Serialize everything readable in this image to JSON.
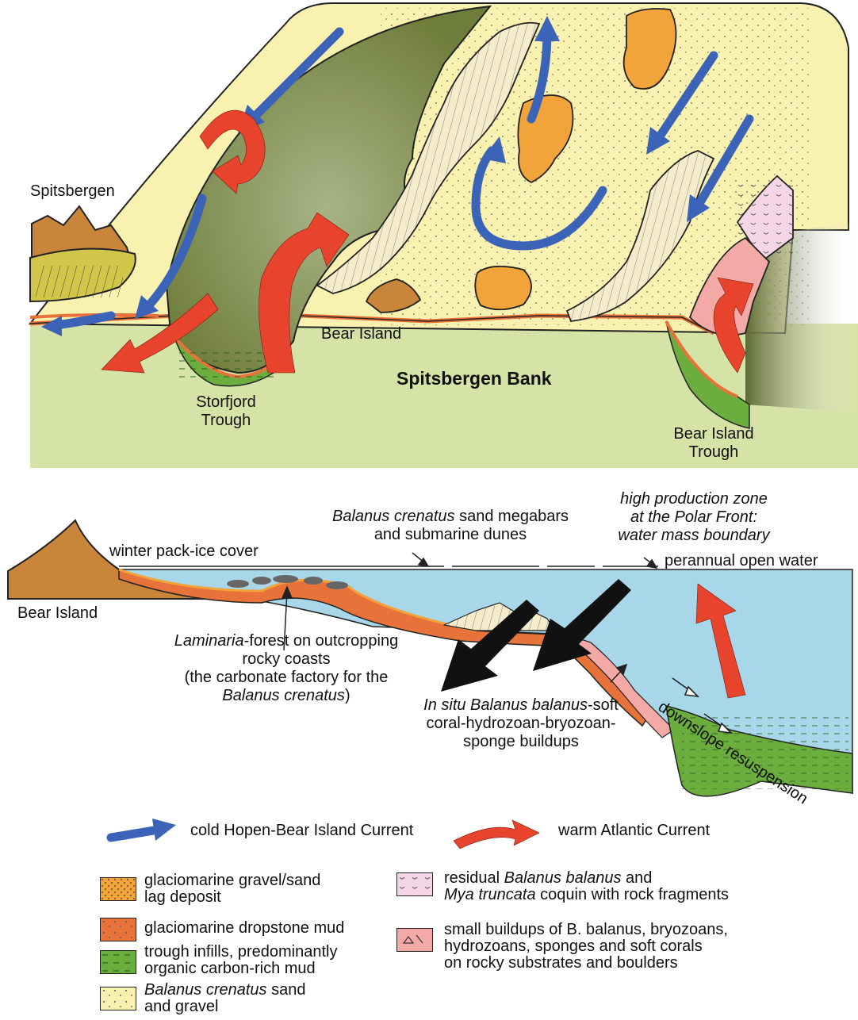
{
  "top_map": {
    "spitsbergen": "Spitsbergen",
    "bear_island": "Bear Island",
    "spitsbergen_bank": "Spitsbergen Bank",
    "storfjord_trough": [
      "Storfjord",
      "Trough"
    ],
    "bear_island_trough": [
      "Bear Island",
      "Trough"
    ]
  },
  "cross_section": {
    "bear_island": "Bear Island",
    "winter_pack_ice": "winter pack-ice cover",
    "megabars": {
      "italic": "Balanus crenatus",
      "line1_rest": " sand megabars",
      "line2": "and submarine dunes"
    },
    "polar_front": [
      "high production zone",
      "at the Polar Front:",
      "water mass boundary"
    ],
    "perannual": "perannual open water",
    "laminaria": {
      "italic": "Laminaria",
      "line1_rest": "-forest on outcropping",
      "line2": "rocky coasts",
      "line3": "(the carbonate factory for the",
      "line4_italic": "Balanus crenatus",
      "line4_rest": ")"
    },
    "in_situ": {
      "italic": "In situ Balanus balanus",
      "line1_rest": "-soft",
      "line2": "coral-hydrozoan-bryozoan-",
      "line3": "sponge buildups"
    },
    "downslope": "downslope resuspension"
  },
  "legend": {
    "cold_current": "cold Hopen-Bear Island Current",
    "warm_current": "warm Atlantic Current",
    "gravel": [
      "glaciomarine gravel/sand",
      "lag deposit"
    ],
    "dropstone": "glaciomarine dropstone mud",
    "trough": [
      "trough infills, predominantly",
      "organic carbon-rich mud"
    ],
    "crenatus": {
      "italic": "Balanus crenatus",
      "rest": " sand",
      "line2": "and gravel"
    },
    "residual": {
      "line1": "residual ",
      "line1_italic": "Balanus balanus",
      "line1_rest": " and",
      "line2_italic": "Mya truncata",
      "line2_rest": " coquin with rock fragments"
    },
    "buildups": [
      "small buildups of B. balanus, bryozoans,",
      "hydrozoans, sponges and soft corals",
      "on rocky substrates and boulders"
    ]
  },
  "colors": {
    "cold_blue": "#3b64b8",
    "warm_red": "#e8432c",
    "sand_yellow": "#f8f1b0",
    "bank_green": "#d6e3a6",
    "trough_dark_green": "#6f7d3a",
    "gravel_orange": "#f2a33a",
    "dropstone_orange": "#e8733a",
    "mud_green": "#6cae3e",
    "water_blue": "#a9d7ea",
    "coquina_pink": "#f6d6e6",
    "buildup_pink": "#f3a9a5",
    "land_brown": "#c9853a"
  }
}
